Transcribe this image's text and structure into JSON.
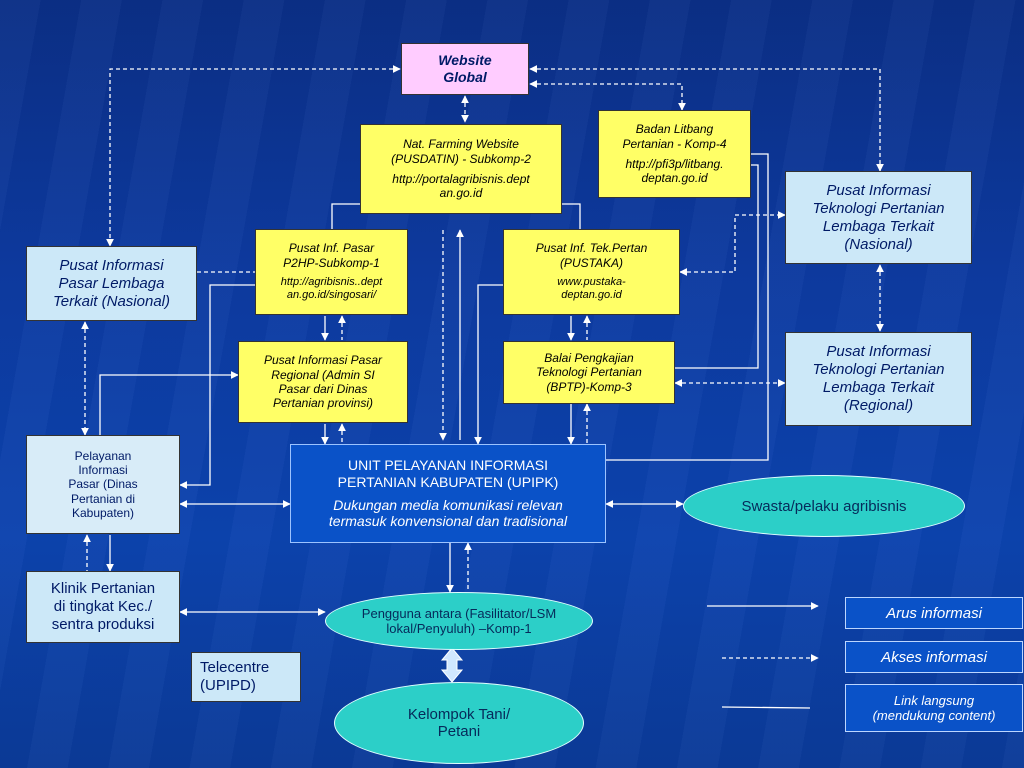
{
  "website_global": {
    "line1": "Website",
    "line2": "Global"
  },
  "nat_farming": {
    "line1": "Nat. Farming Website",
    "line2": "(PUSDATIN)  - Subkomp-2",
    "url1": "http://portalagribisnis.dept",
    "url2": "an.go.id"
  },
  "badan_litbang": {
    "line1": "Badan Litbang",
    "line2": "Pertanian - Komp-4",
    "url1": "http://pfi3p/litbang.",
    "url2": "deptan.go.id"
  },
  "pusat_info_teknologi_nasional": {
    "line1": "Pusat Informasi",
    "line2": "Teknologi Pertanian",
    "line3": "Lembaga Terkait",
    "line4": "(Nasional)"
  },
  "pusat_info_pasar_nasional": {
    "line1": "Pusat Informasi",
    "line2": "Pasar Lembaga",
    "line3": "Terkait (Nasional)"
  },
  "pusat_inf_pasar_p2hp": {
    "line1": "Pusat Inf. Pasar",
    "line2": "P2HP-Subkomp-1",
    "url1": "http://agribisnis..dept",
    "url2": "an.go.id/singosari/"
  },
  "pusat_inf_tek_pertan": {
    "line1": "Pusat Inf. Tek.Pertan",
    "line2": "(PUSTAKA)",
    "url1": "www.pustaka-",
    "url2": "deptan.go.id"
  },
  "pusat_info_pasar_regional": {
    "line1": "Pusat Informasi Pasar",
    "line2": "Regional (Admin SI",
    "line3": "Pasar dari Dinas",
    "line4": "Pertanian provinsi)"
  },
  "balai_pengkajian": {
    "line1": "Balai Pengkajian",
    "line2": "Teknologi Pertanian",
    "line3": "(BPTP)-Komp-3"
  },
  "pusat_info_teknologi_regional": {
    "line1": "Pusat Informasi",
    "line2": "Teknologi Pertanian",
    "line3": "Lembaga Terkait",
    "line4": "(Regional)"
  },
  "pelayanan_informasi": {
    "line1": "Pelayanan",
    "line2": "Informasi",
    "line3": "Pasar (Dinas",
    "line4": "Pertanian di",
    "line5": "Kabupaten)"
  },
  "upipk": {
    "title1": "UNIT PELAYANAN INFORMASI",
    "title2": "PERTANIAN  KABUPATEN (UPIPK)",
    "sub1": "Dukungan media komunikasi relevan",
    "sub2": "termasuk konvensional dan tradisional"
  },
  "swasta": {
    "label": "Swasta/pelaku agribisnis"
  },
  "klinik": {
    "line1": "Klinik Pertanian",
    "line2": "di tingkat Kec./",
    "line3": "sentra produksi"
  },
  "pengguna": {
    "line1": "Pengguna antara (Fasilitator/LSM",
    "line2": "lokal/Penyuluh) –Komp-1"
  },
  "telecentre": {
    "line1": "Telecentre",
    "line2": "(UPIPD)"
  },
  "kelompok_tani": {
    "line1": "Kelompok Tani/",
    "line2": "Petani"
  },
  "legend": {
    "arus": "Arus informasi",
    "akses": "Akses informasi",
    "link1": "Link langsung",
    "link2": "(mendukung content)"
  },
  "colors": {
    "background": "#0c3aa0",
    "yellow_box": "#ffff66",
    "light_blue_box": "#cce8f8",
    "navy_box": "#0a52c8",
    "ellipse": "#2ccfc8",
    "pink_box": "#ffccff"
  }
}
